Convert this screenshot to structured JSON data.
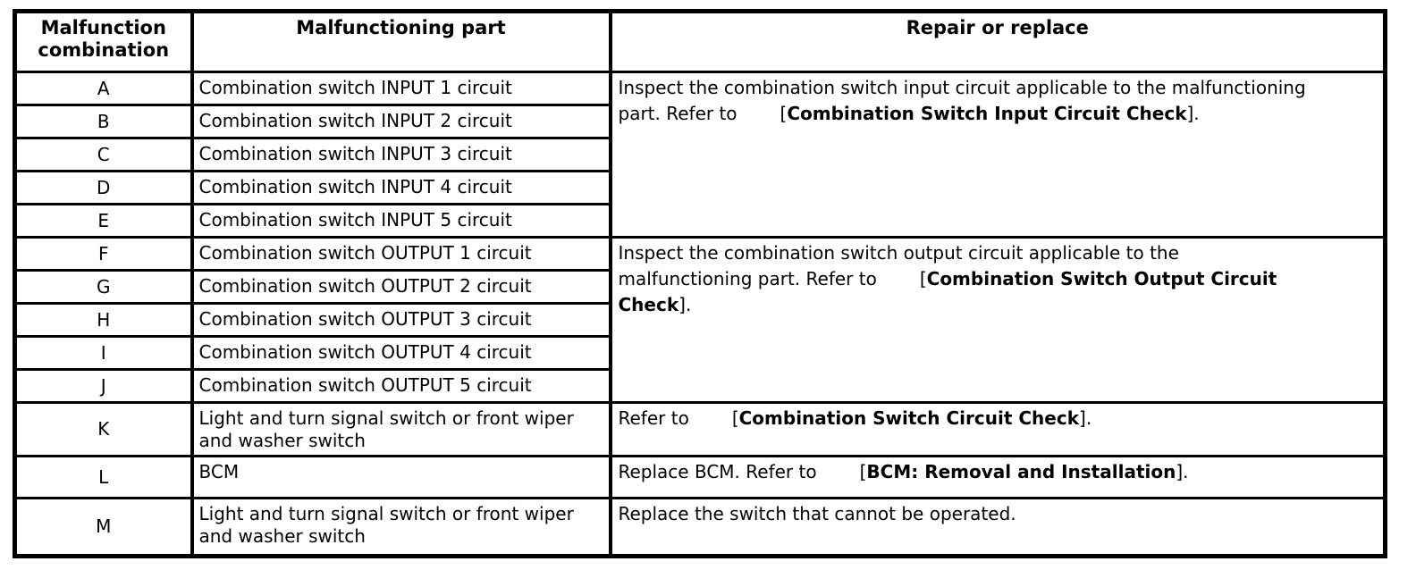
{
  "page": {
    "background": "#ffffff",
    "text_color": "#000000",
    "border_color": "#000000"
  },
  "header": {
    "combo": "Malfunction\ncombination",
    "part": "Malfunctioning part",
    "repair": "Repair or replace"
  },
  "rows": [
    {
      "combo": "A",
      "part": "Combination switch INPUT 1 circuit"
    },
    {
      "combo": "B",
      "part": "Combination switch INPUT 2 circuit"
    },
    {
      "combo": "C",
      "part": "Combination switch INPUT 3 circuit"
    },
    {
      "combo": "D",
      "part": "Combination switch INPUT 4 circuit"
    },
    {
      "combo": "E",
      "part": "Combination switch INPUT 5 circuit"
    },
    {
      "combo": "F",
      "part": "Combination switch OUTPUT 1 circuit"
    },
    {
      "combo": "G",
      "part": "Combination switch OUTPUT 2 circuit"
    },
    {
      "combo": "H",
      "part": "Combination switch OUTPUT 3 circuit"
    },
    {
      "combo": "I",
      "part": "Combination switch OUTPUT 4 circuit"
    },
    {
      "combo": "J",
      "part": "Combination switch OUTPUT 5 circuit"
    },
    {
      "combo": "K",
      "part": "Light and turn signal switch or front wiper\nand washer switch"
    },
    {
      "combo": "L",
      "part": "BCM"
    },
    {
      "combo": "M",
      "part": "Light and turn signal switch or front wiper\nand washer switch"
    }
  ],
  "repairs": [
    {
      "pre": "Inspect the combination switch input circuit applicable to the malfunctioning\npart. Refer to",
      "open": "[",
      "link": "Combination Switch Input Circuit Check",
      "close": "]."
    },
    {
      "pre": "Inspect the combination switch output circuit applicable to the\nmalfunctioning part. Refer to",
      "open": "[",
      "link": "Combination Switch Output Circuit\nCheck",
      "close": "]."
    },
    {
      "pre": "Refer to",
      "open": "[",
      "link": "Combination Switch Circuit Check",
      "close": "]."
    },
    {
      "pre": "Replace BCM. Refer to",
      "open": "[",
      "link": "BCM: Removal and Installation",
      "close": "]."
    },
    {
      "pre": "Replace the switch that cannot be operated.",
      "open": "",
      "link": "",
      "close": ""
    }
  ]
}
